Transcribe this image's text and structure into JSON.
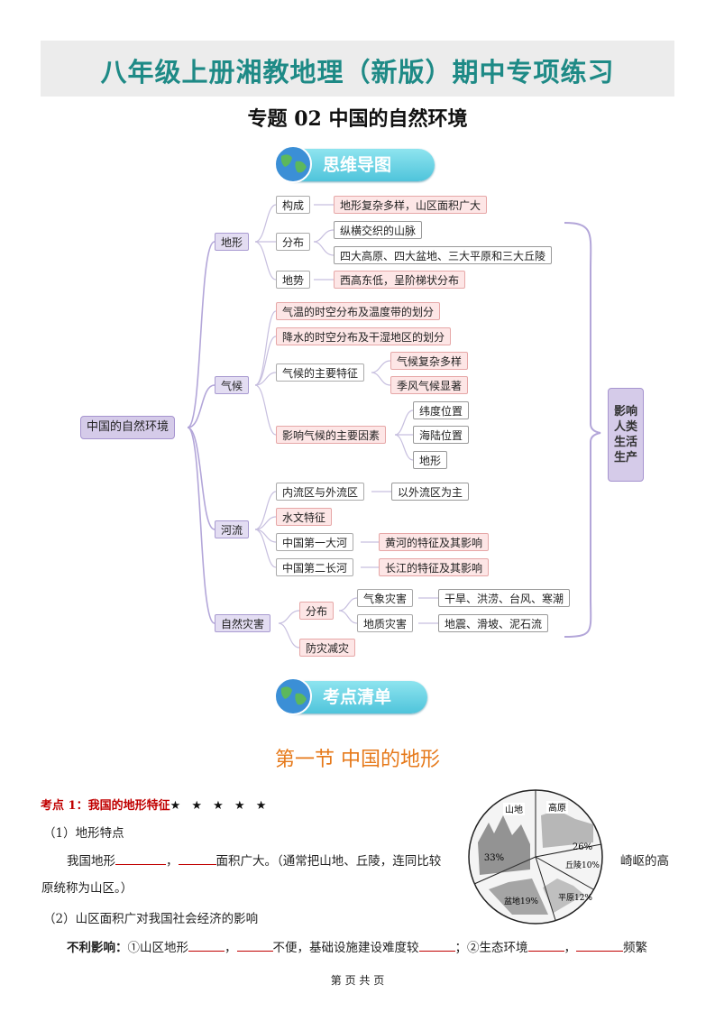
{
  "header": {
    "banner_title": "八年级上册湘教地理（新版）期中专项练习",
    "subtitle": "专题 02  中国的自然环境"
  },
  "badges": {
    "mind_map": "思维导图",
    "checklist": "考点清单"
  },
  "mindmap": {
    "root": "中国的自然环境",
    "terrain": {
      "label": "地形",
      "composition": "构成",
      "composition_detail": "地形复杂多样，山区面积广大",
      "distribution": "分布",
      "dist_a": "纵横交织的山脉",
      "dist_b": "四大高原、四大盆地、三大平原和三大丘陵",
      "relief": "地势",
      "relief_detail": "西高东低，呈阶梯状分布"
    },
    "climate": {
      "label": "气候",
      "temp": "气温的时空分布及温度带的划分",
      "precip": "降水的时空分布及干湿地区的划分",
      "features": "气候的主要特征",
      "feature_a": "气候复杂多样",
      "feature_b": "季风气候显著",
      "factors": "影响气候的主要因素",
      "factor_a": "纬度位置",
      "factor_b": "海陆位置",
      "factor_c": "地形"
    },
    "rivers": {
      "label": "河流",
      "inner_outer": "内流区与外流区",
      "inner_outer_detail": "以外流区为主",
      "hydro": "水文特征",
      "first": "中国第一大河",
      "first_detail": "黄河的特征及其影响",
      "second": "中国第二长河",
      "second_detail": "长江的特征及其影响"
    },
    "disasters": {
      "label": "自然灾害",
      "distribution": "分布",
      "weather": "气象灾害",
      "weather_detail": "干旱、洪涝、台风、寒潮",
      "geo": "地质灾害",
      "geo_detail": "地震、滑坡、泥石流",
      "prevention": "防灾减灾"
    },
    "side_label": "影响人类生活生产"
  },
  "section": {
    "title": "第一节  中国的地形"
  },
  "keypoint": {
    "label": "考点 1：我国的地形特征",
    "stars": "★ ★ ★ ★ ★"
  },
  "body": {
    "item1": "（1）地形特点",
    "line1_a": "我国地形",
    "line1_b": "，",
    "line1_c": "面积广大。（通常把山地、丘陵，连同比较",
    "line1_d": "崎岖的高",
    "line2": "原统称为山区。）",
    "item2": "（2）山区面积广对我国社会经济的影响",
    "bad_label": "不利影响：",
    "line3_a": "①山区地形",
    "line3_b": "，",
    "line3_c": "不便，基础设施建设难度较",
    "line3_d": "；②生态环境",
    "line3_e": "，",
    "line3_f": "频繁"
  },
  "pie": {
    "labels": [
      "山地",
      "高原",
      "26%",
      "丘陵10%",
      "平原12%",
      "盆地19%",
      "33%"
    ]
  },
  "footer": {
    "text": "第 页 共  页"
  }
}
